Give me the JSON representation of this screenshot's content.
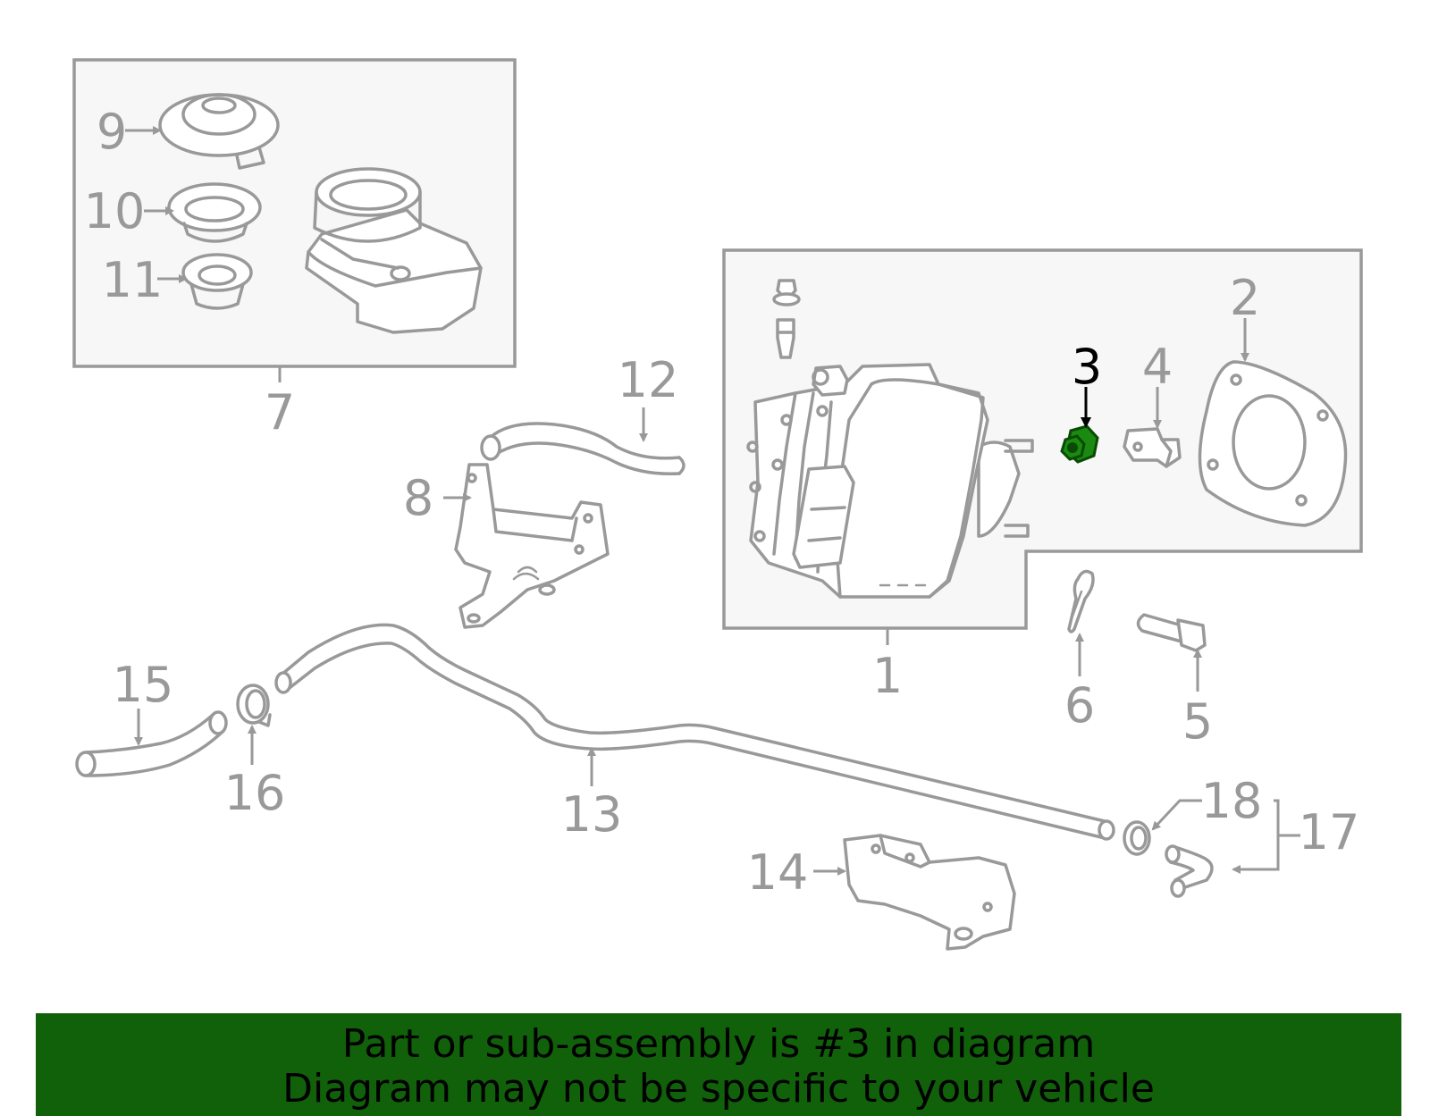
{
  "diagram": {
    "highlight_color": "#1a8a10",
    "callouts": {
      "c1": "1",
      "c2": "2",
      "c3": "3",
      "c4": "4",
      "c5": "5",
      "c6": "6",
      "c7": "7",
      "c8": "8",
      "c9": "9",
      "c10": "10",
      "c11": "11",
      "c12": "12",
      "c13": "13",
      "c14": "14",
      "c15": "15",
      "c16": "16",
      "c17": "17",
      "c18": "18"
    },
    "highlighted_callout": "3"
  },
  "banner": {
    "color": "#11600a",
    "line1": "Part or sub-assembly is #3 in diagram",
    "line2": "Diagram may not be specific to your vehicle"
  }
}
